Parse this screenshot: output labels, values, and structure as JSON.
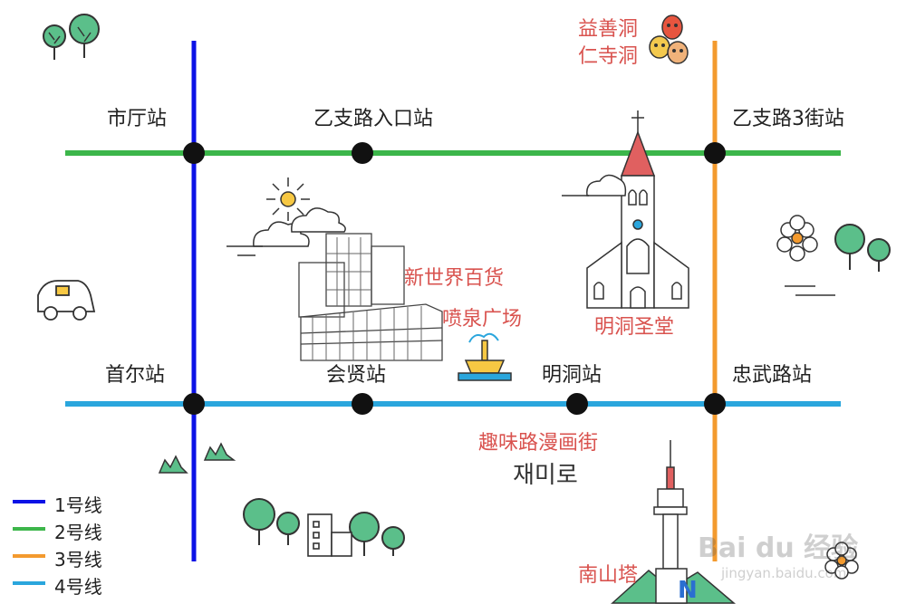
{
  "colors": {
    "line1": "#0b12e6",
    "line2": "#3cb64a",
    "line3": "#f39a2e",
    "line4": "#2aa6dd",
    "label_red": "#d9534f",
    "station": "#111111"
  },
  "stations": {
    "city_hall": "市厅站",
    "euljiro_entrance": "乙支路入口站",
    "euljiro_3ga": "乙支路3街站",
    "seoul_station": "首尔站",
    "hoehyeon": "会贤站",
    "myeongdong": "明洞站",
    "chungmuro": "忠武路站"
  },
  "landmarks": {
    "ikseon_dong": "益善洞",
    "insa_dong": "仁寺洞",
    "shinsegae": "新世界百货",
    "fountain": "喷泉广场",
    "cathedral": "明洞圣堂",
    "cartoon_street": "趣味路漫画街",
    "cartoon_street_kr": "재미로",
    "namsan_tower": "南山塔"
  },
  "legend": [
    {
      "label": "1号线",
      "color": "#0b12e6"
    },
    {
      "label": "2号线",
      "color": "#3cb64a"
    },
    {
      "label": "3号线",
      "color": "#f39a2e"
    },
    {
      "label": "4号线",
      "color": "#2aa6dd"
    }
  ],
  "watermark": {
    "brand": "Bai du 经验",
    "url": "jingyan.baidu.com"
  }
}
